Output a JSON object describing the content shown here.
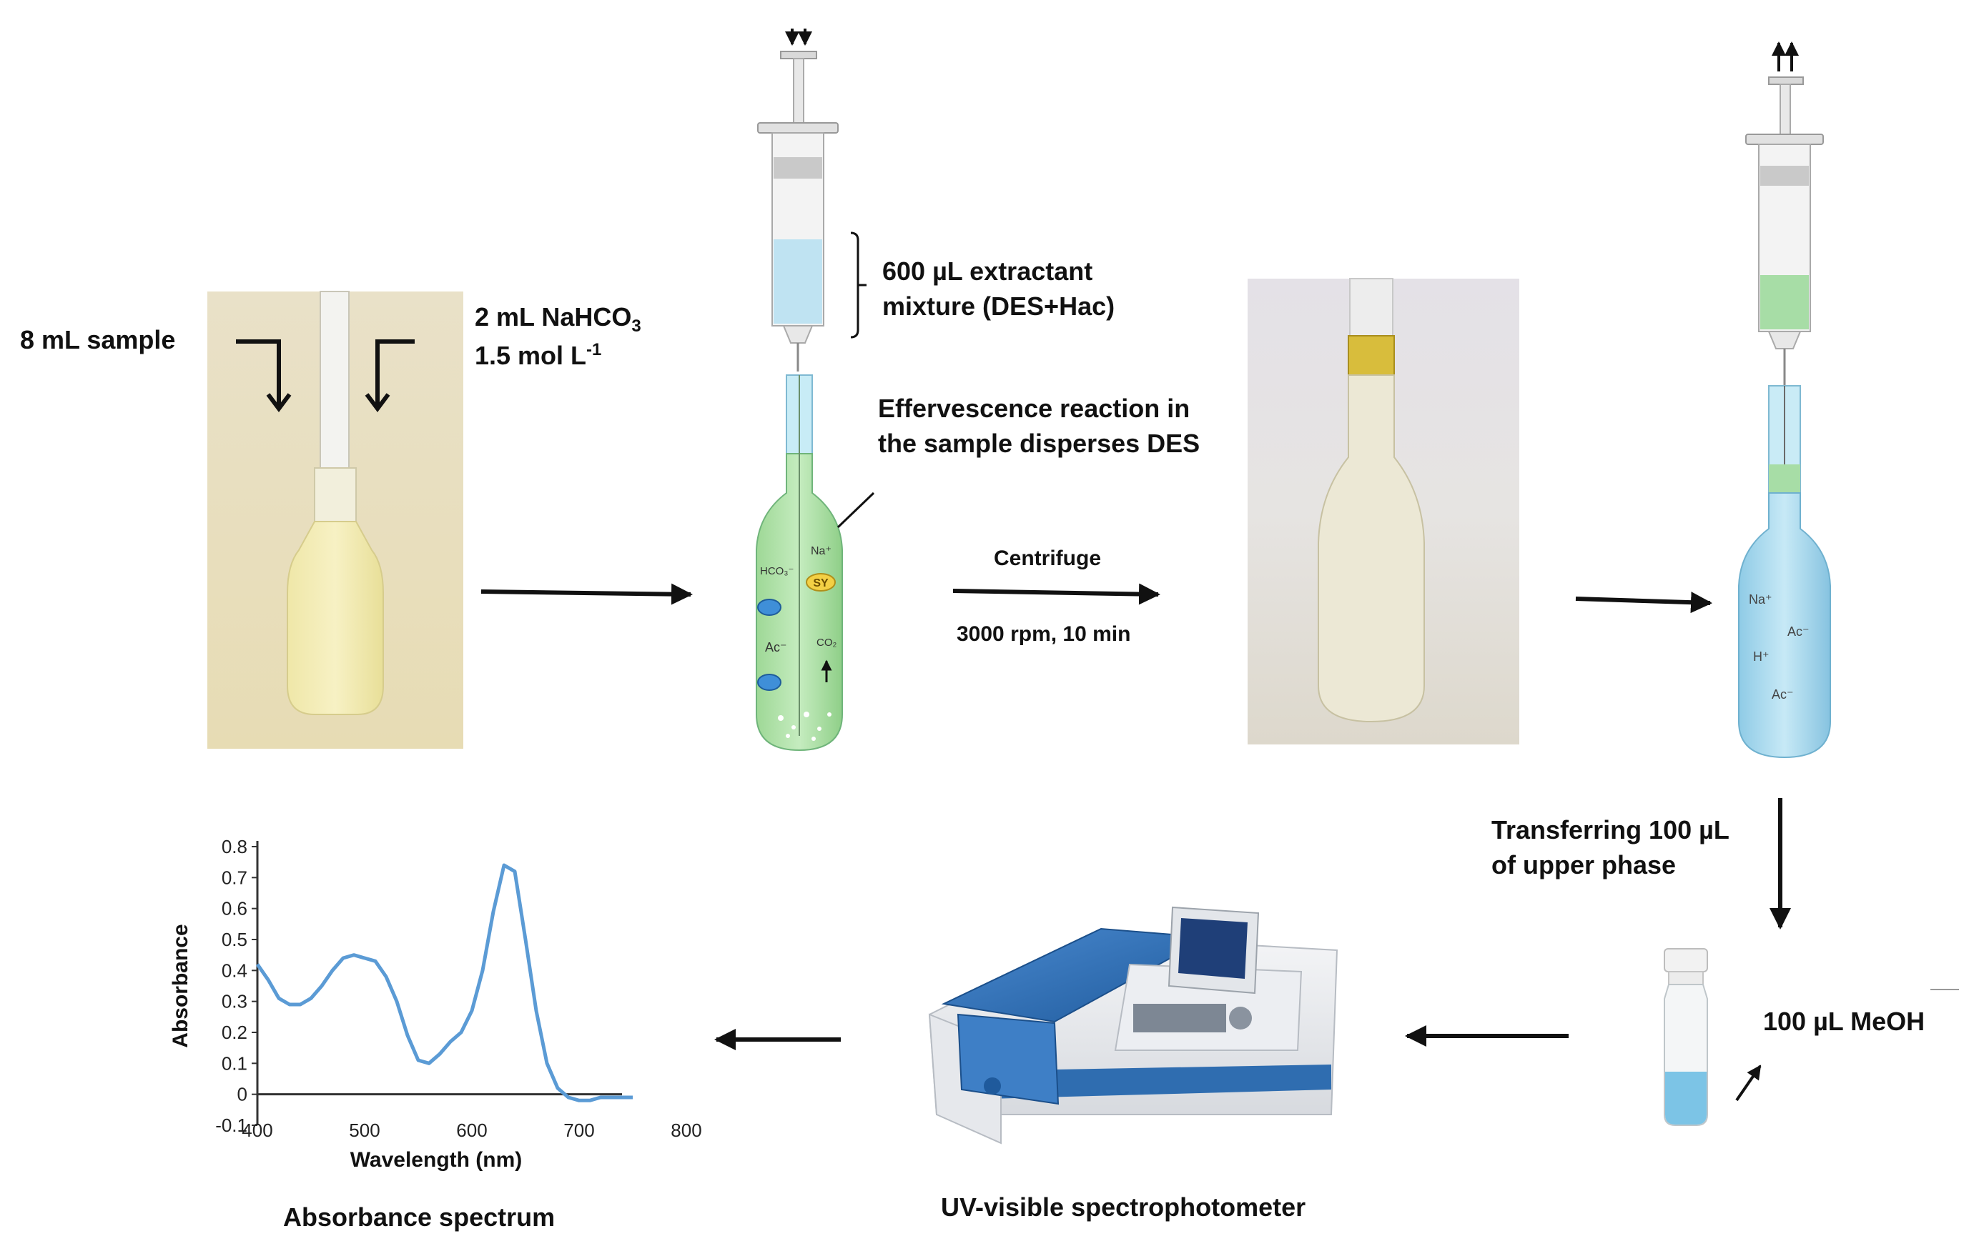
{
  "labels": {
    "sample": "8 mL sample",
    "nahco3_line1": "2 mL NaHCO",
    "nahco3_sub": "3",
    "nahco3_line2": "1.5 mol L",
    "nahco3_sup": "-1",
    "extractant_line1": "600 µL extractant",
    "extractant_line2": "mixture (DES+Hac)",
    "effervescence_line1": "Effervescence reaction in",
    "effervescence_line2": "the sample disperses DES",
    "centrifuge": "Centrifuge",
    "centrifuge_conditions": "3000 rpm,  10 min",
    "transfer_line1": "Transferring 100 µL",
    "transfer_line2": "of upper phase",
    "meoh": "100 µL MeOH",
    "spectrophotometer": "UV-visible spectrophotometer",
    "spectrum": "Absorbance spectrum"
  },
  "tube_ions": {
    "na": "Na⁺",
    "hco3": "HCO₃⁻",
    "sy": "SY",
    "ac": "Ac⁻",
    "co2": "CO₂",
    "ion_1": "Na⁺",
    "ion_2": "Ac⁻",
    "ion_3": "H⁺",
    "ion_4": "Ac⁻"
  },
  "colors": {
    "arrow": "#111111",
    "spectrum_line": "#5b9bd5",
    "sample_yellow": "#efe6a0",
    "tube_green": "#a9dca0",
    "tube_blue": "#a8d8ec",
    "instrument_blue": "#2f6db0"
  },
  "chart_data": {
    "type": "line",
    "title": "",
    "xlabel": "Wavelength (nm)",
    "ylabel": "Absorbance",
    "xlim": [
      400,
      800
    ],
    "ylim": [
      -0.1,
      0.8
    ],
    "x_ticks": [
      "400",
      "500",
      "600",
      "700",
      "800"
    ],
    "y_ticks": [
      "-0.1",
      "0",
      "0.1",
      "0.2",
      "0.3",
      "0.4",
      "0.5",
      "0.6",
      "0.7",
      "0.8"
    ],
    "grid": false,
    "series": [
      {
        "x": [
          400,
          410,
          420,
          430,
          440,
          450,
          460,
          470,
          480,
          490,
          500,
          510,
          520,
          530,
          540,
          550,
          560,
          570,
          580,
          590,
          600,
          610,
          620,
          630,
          640,
          650,
          660,
          670,
          680,
          690,
          700,
          710,
          720,
          730,
          740,
          750
        ],
        "y": [
          0.42,
          0.37,
          0.31,
          0.29,
          0.29,
          0.31,
          0.35,
          0.4,
          0.44,
          0.45,
          0.44,
          0.43,
          0.38,
          0.3,
          0.19,
          0.11,
          0.1,
          0.13,
          0.17,
          0.2,
          0.27,
          0.4,
          0.59,
          0.74,
          0.72,
          0.5,
          0.27,
          0.1,
          0.02,
          -0.01,
          -0.02,
          -0.02,
          -0.01,
          -0.01,
          -0.01,
          -0.01
        ]
      }
    ]
  }
}
